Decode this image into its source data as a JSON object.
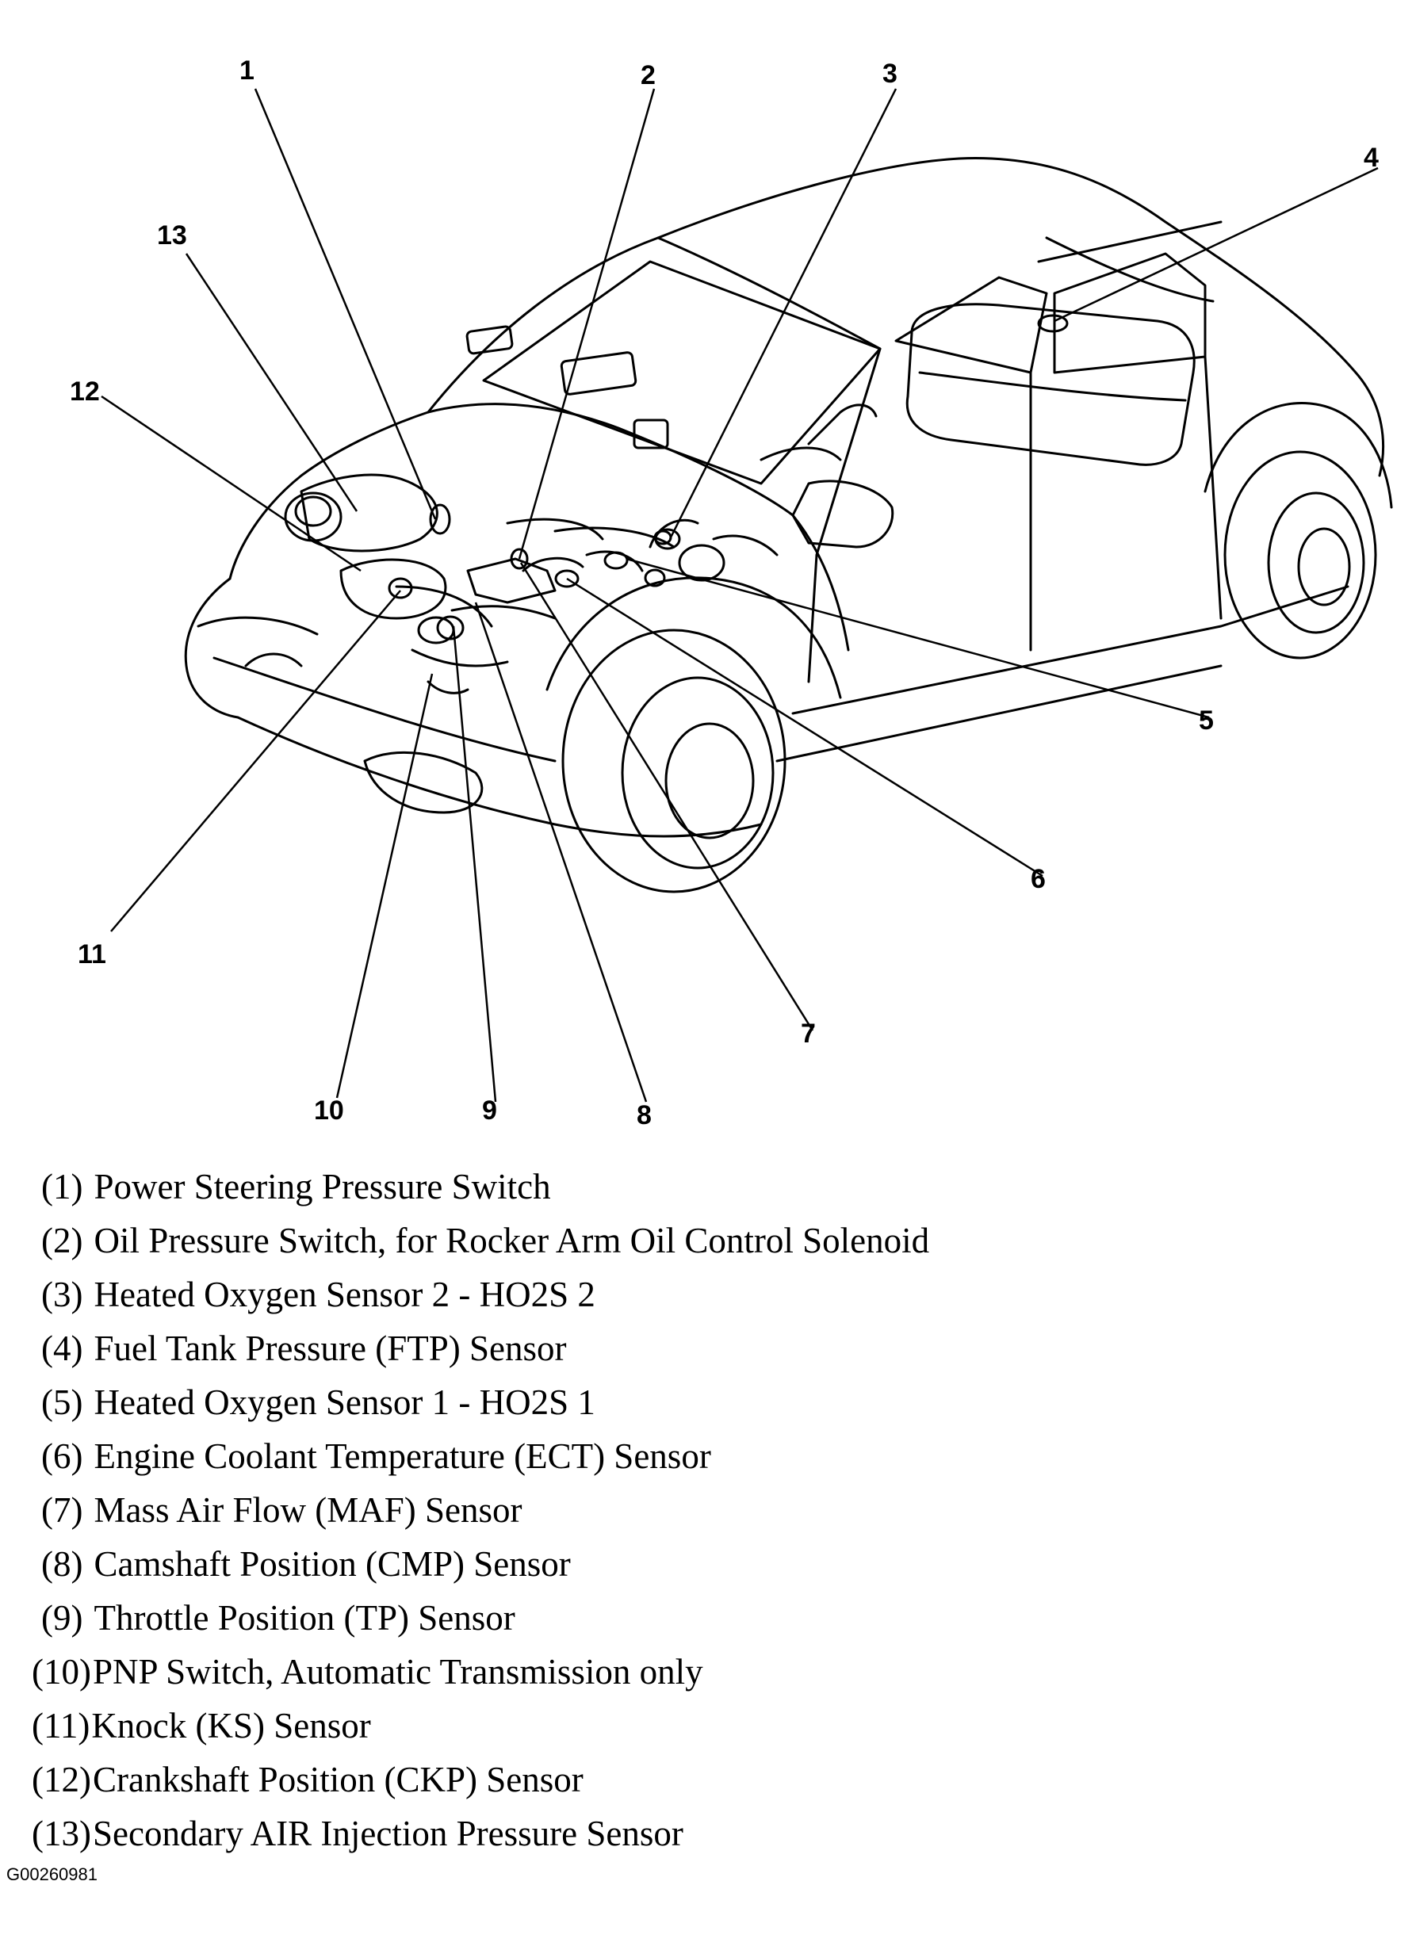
{
  "callouts": [
    "1",
    "2",
    "3",
    "4",
    "5",
    "6",
    "7",
    "8",
    "9",
    "10",
    "11",
    "12",
    "13"
  ],
  "legend": [
    {
      "num": "(1)",
      "text": "Power Steering Pressure Switch"
    },
    {
      "num": "(2)",
      "text": "Oil Pressure Switch, for Rocker Arm Oil Control Solenoid"
    },
    {
      "num": "(3)",
      "text": "Heated Oxygen Sensor 2 - HO2S 2"
    },
    {
      "num": "(4)",
      "text": "Fuel Tank Pressure (FTP) Sensor"
    },
    {
      "num": "(5)",
      "text": "Heated Oxygen Sensor 1 - HO2S 1"
    },
    {
      "num": "(6)",
      "text": "Engine Coolant Temperature (ECT) Sensor"
    },
    {
      "num": "(7)",
      "text": "Mass Air Flow (MAF) Sensor"
    },
    {
      "num": "(8)",
      "text": "Camshaft Position (CMP) Sensor"
    },
    {
      "num": "(9)",
      "text": "Throttle Position (TP) Sensor"
    },
    {
      "num": "(10)",
      "text": "PNP Switch, Automatic Transmission only"
    },
    {
      "num": "(11)",
      "text": "Knock (KS) Sensor"
    },
    {
      "num": "(12)",
      "text": "Crankshaft Position (CKP) Sensor"
    },
    {
      "num": "(13)",
      "text": "Secondary AIR Injection Pressure Sensor"
    }
  ],
  "figure_id": "G00260981"
}
